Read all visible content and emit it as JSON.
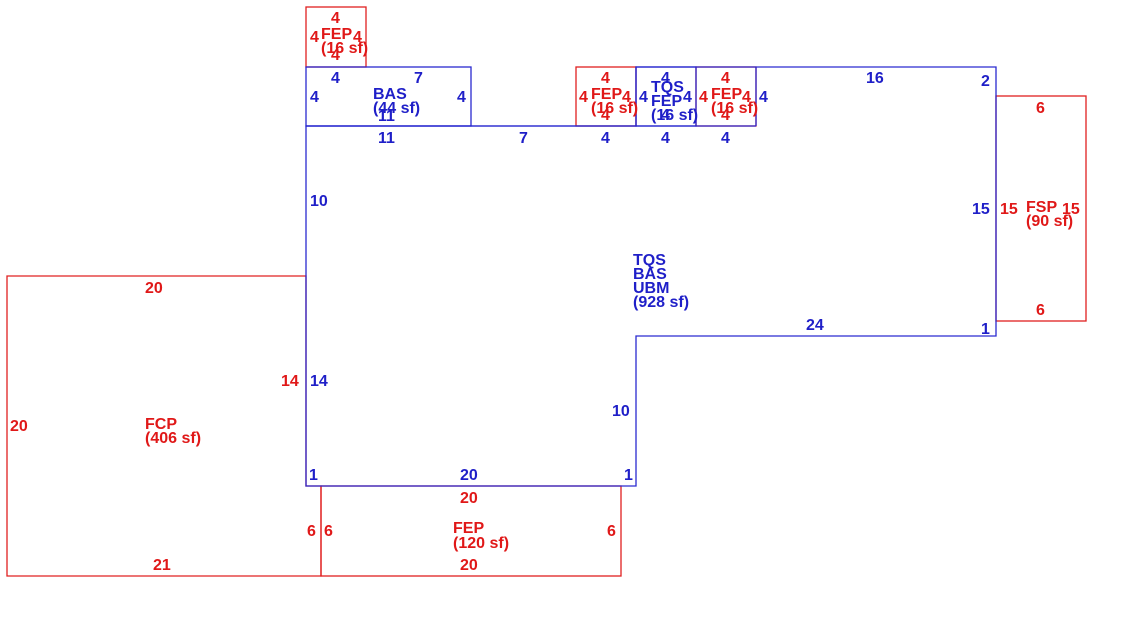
{
  "colors": {
    "main": "#1f1fc8",
    "extension": "#e01818"
  },
  "areas": {
    "main": {
      "codes": [
        "TQS",
        "BAS",
        "UBM"
      ],
      "area": "(928 sf)"
    },
    "bas_top": {
      "code": "BAS",
      "area": "(44 sf)"
    },
    "fep_top_left": {
      "code": "FEP",
      "area": "(16 sf)"
    },
    "fep_mid_left": {
      "code": "FEP",
      "area": "(16 sf)"
    },
    "tqs_fep_mid": {
      "codes": [
        "TQS",
        "FEP"
      ],
      "area": "(16 sf)"
    },
    "fep_mid_right": {
      "code": "FEP",
      "area": "(16 sf)"
    },
    "fsp_right": {
      "code": "FSP",
      "area": "(90 sf)"
    },
    "fcp_left": {
      "code": "FCP",
      "area": "(406 sf)"
    },
    "fep_bottom": {
      "code": "FEP",
      "area": "(120 sf)"
    }
  },
  "dimensions": {
    "main": {
      "top_16": "16",
      "top_7": "7",
      "top_11": "11",
      "top_4a": "4",
      "top_4b": "4",
      "top_4c": "4",
      "left_10": "10",
      "left_14": "14",
      "right_2": "2",
      "right_15": "15",
      "right_1": "1",
      "step_24": "24",
      "step_10": "10",
      "bottom_20": "20",
      "corner_1a": "1",
      "corner_1b": "1"
    },
    "bas_top": {
      "top": "7",
      "left": "4",
      "right": "4",
      "inner_top": "4",
      "bottom": "11"
    },
    "fep_top_left": {
      "top": "4",
      "left": "4",
      "right": "4",
      "bottom": "4"
    },
    "fep_mid_left": {
      "top": "4",
      "left": "4",
      "right": "4",
      "bottom": "4"
    },
    "tqs_fep_mid": {
      "top": "4",
      "left": "4",
      "right": "4",
      "bottom": "4"
    },
    "fep_mid_right": {
      "top": "4",
      "left": "4",
      "right": "4",
      "bottom": "4"
    },
    "fsp_right": {
      "top": "6",
      "left": "15",
      "right": "15",
      "bottom": "6"
    },
    "fcp_left": {
      "top": "20",
      "left": "20",
      "right": "14",
      "bottom": "21"
    },
    "fep_bottom": {
      "top": "20",
      "left_outer": "6",
      "left_inner": "6",
      "right": "6",
      "bottom": "20"
    }
  }
}
